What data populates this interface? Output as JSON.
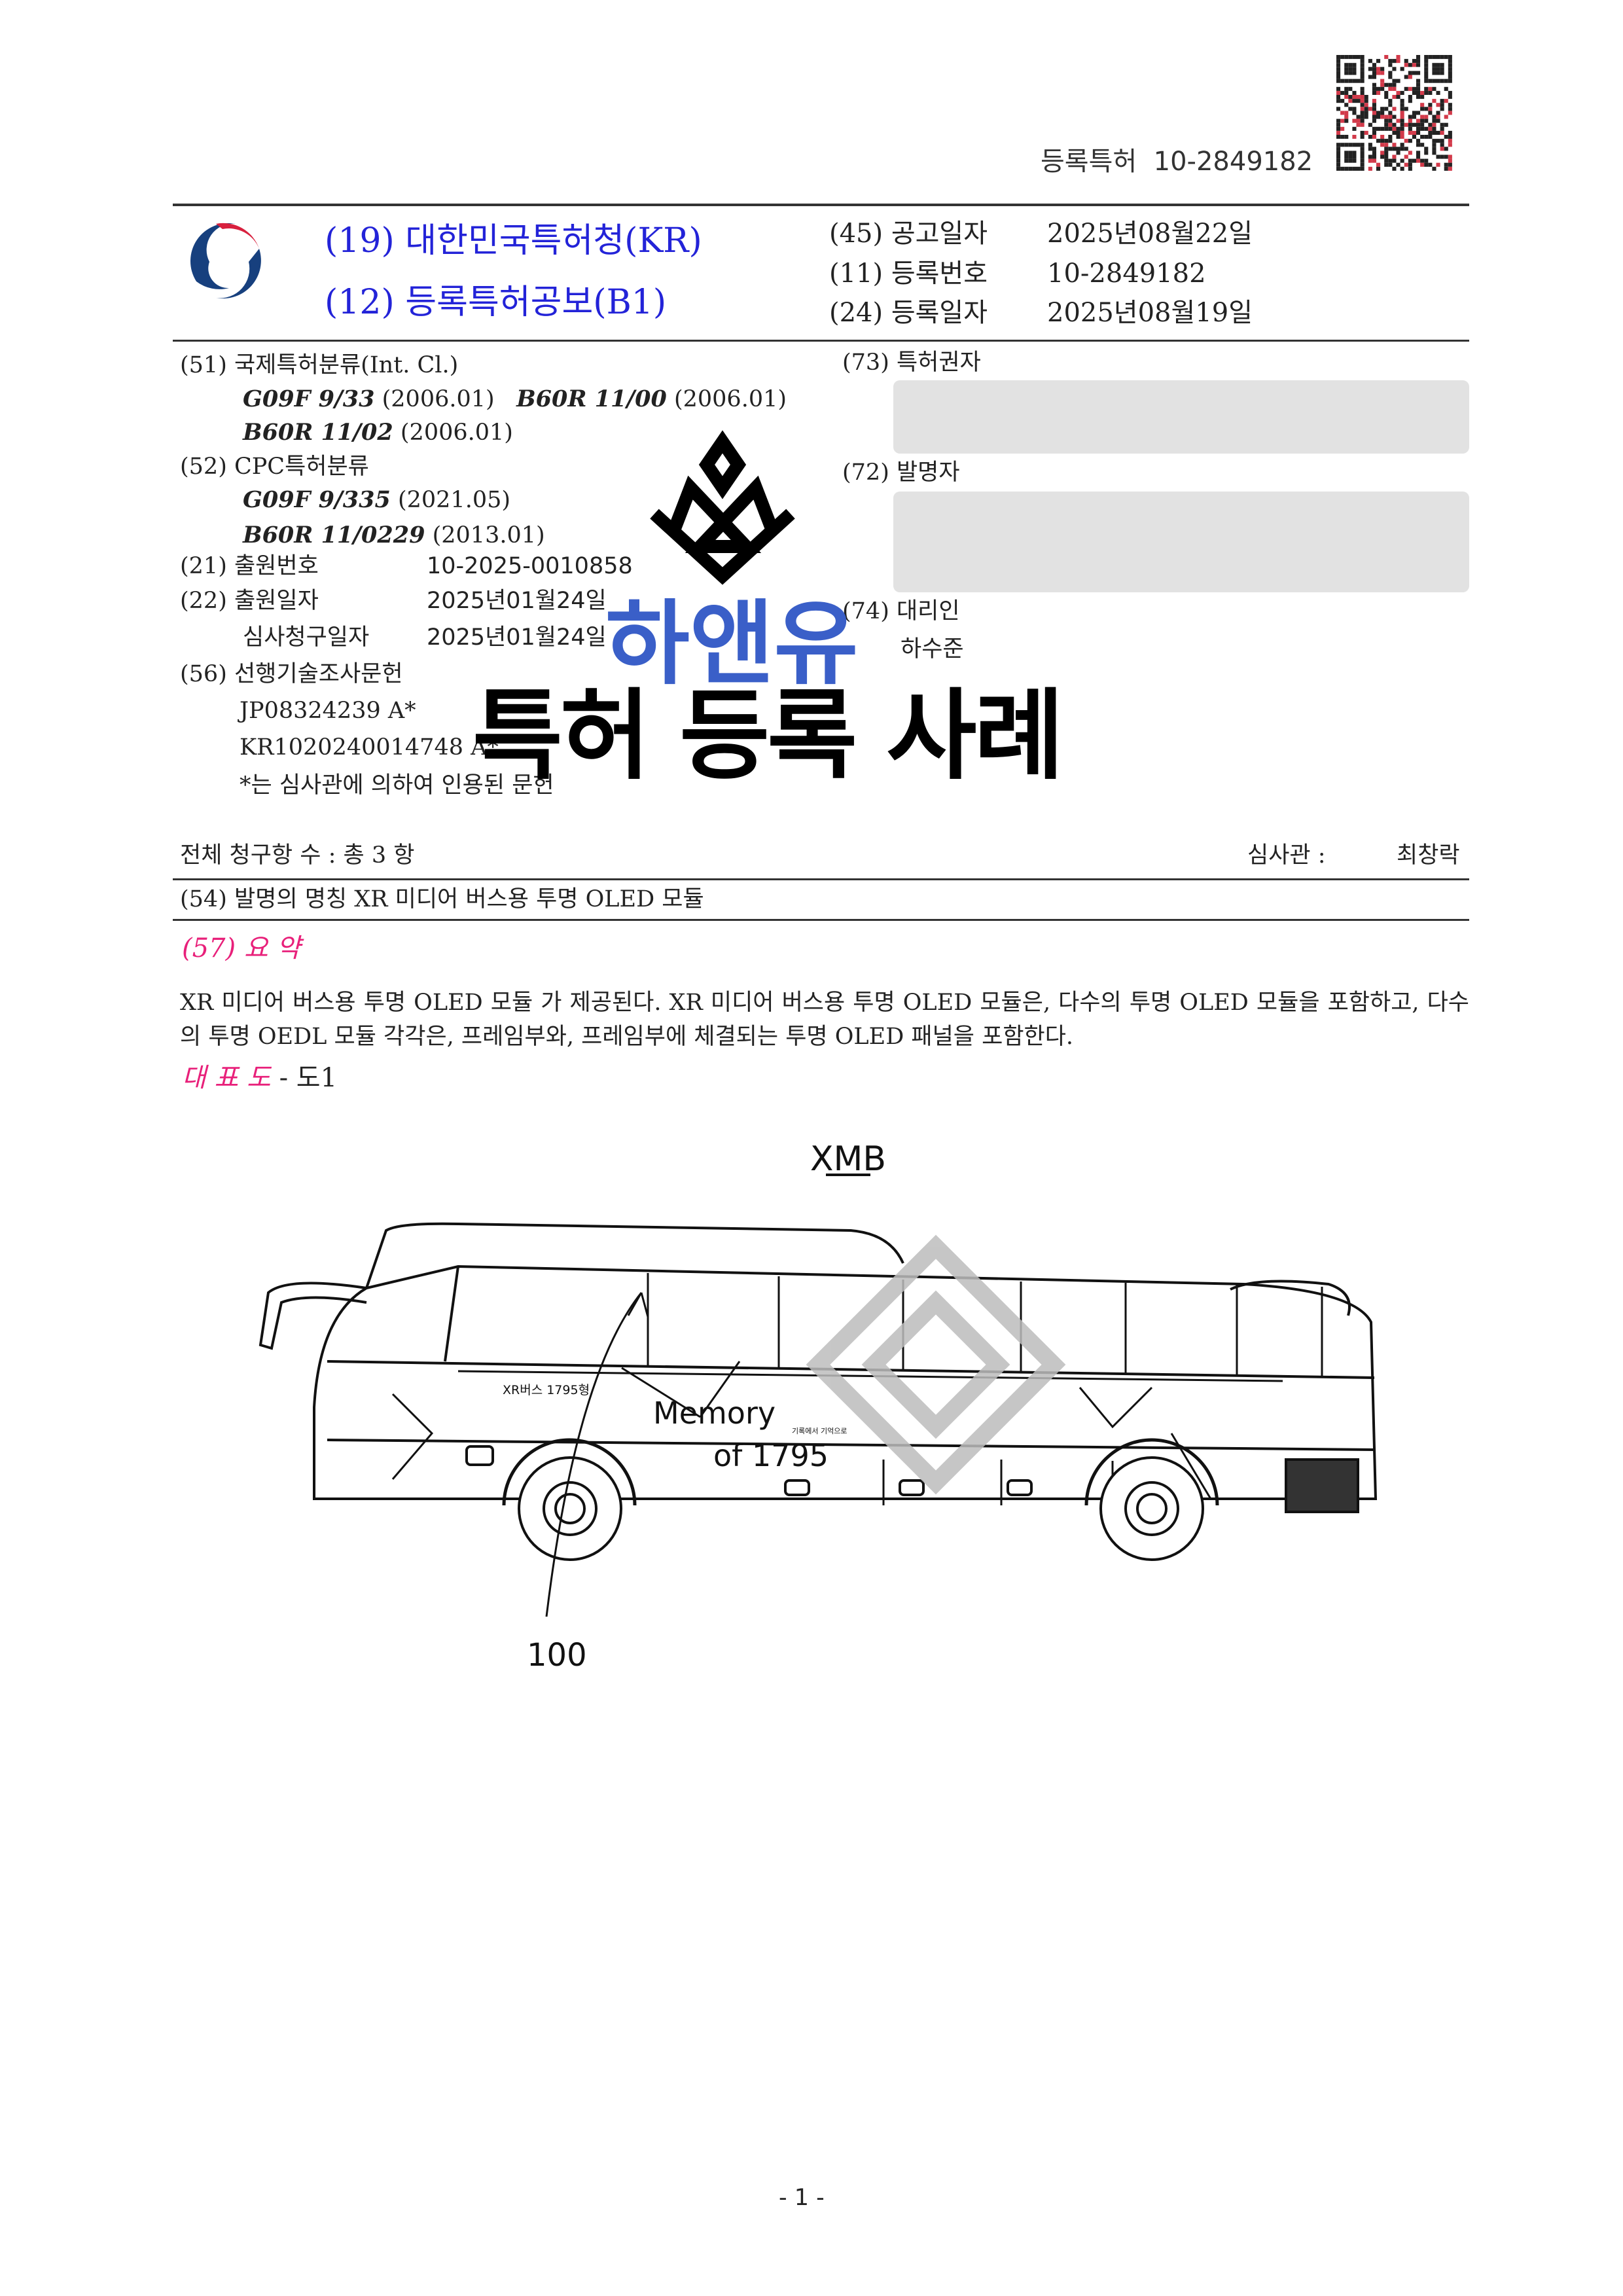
{
  "header": {
    "doc_label": "등록특허",
    "doc_number": "10-2849182",
    "office": "(19) 대한민국특허청(KR)",
    "pub_type": "(12) 등록특허공보(B1)"
  },
  "bib_right": [
    {
      "code": "(45)",
      "label": "공고일자",
      "value": "2025년08월22일"
    },
    {
      "code": "(11)",
      "label": "등록번호",
      "value": "10-2849182"
    },
    {
      "code": "(24)",
      "label": "등록일자",
      "value": "2025년08월19일"
    }
  ],
  "left": {
    "int_cl_label": "(51) 국제특허분류(Int. Cl.)",
    "int_cl": [
      {
        "code": "G09F 9/33",
        "ver": "(2006.01)"
      },
      {
        "code": "B60R 11/00",
        "ver": "(2006.01)"
      },
      {
        "code": "B60R 11/02",
        "ver": "(2006.01)"
      }
    ],
    "cpc_label": "(52) CPC특허분류",
    "cpc": [
      {
        "code": "G09F 9/335",
        "ver": "(2021.05)"
      },
      {
        "code": "B60R 11/0229",
        "ver": "(2013.01)"
      }
    ],
    "app_no_label": "(21) 출원번호",
    "app_no": "10-2025-0010858",
    "app_date_label": "(22) 출원일자",
    "app_date": "2025년01월24일",
    "exam_req_label": "심사청구일자",
    "exam_req_date": "2025년01월24일",
    "prior_art_label": "(56) 선행기술조사문헌",
    "prior_art": [
      "JP08324239 A*",
      "KR1020240014748 A*"
    ],
    "prior_art_note": "*는 심사관에 의하여 인용된 문헌"
  },
  "right": {
    "patentee_label": "(73) 특허권자",
    "inventor_label": "(72) 발명자",
    "agent_label": "(74) 대리인",
    "agent_name": "하수준"
  },
  "watermark": {
    "brand": "하앤유",
    "caption": "특허 등록 사례"
  },
  "claims": {
    "total": "전체 청구항 수 : 총  3  항",
    "examiner_label": "심사관 :",
    "examiner": "최창락"
  },
  "title_line": "(54) 발명의 명칭 XR 미디어 버스용 투명 OLED 모듈",
  "abstract": {
    "heading": "(57) 요 약",
    "text": "XR 미디어 버스용 투명 OLED 모듈 가 제공된다. XR 미디어 버스용 투명 OLED 모듈은, 다수의 투명 OLED 모듈을 포함하고, 다수의 투명 OEDL 모듈 각각은, 프레임부와, 프레임부에 체결되는 투명 OLED 패널을 포함한다.",
    "rep_label": "대 표 도",
    "rep_value": "- 도1"
  },
  "figure": {
    "title": "XMB",
    "bus_label": "XR버스 1795형",
    "memory": "Memory",
    "memory_sub": "기록에서 기억으로",
    "of_year": "of 1795",
    "ref_num": "100"
  },
  "page_number": "- 1 -",
  "colors": {
    "blue": "#2323d8",
    "pink": "#e8207a",
    "wm_blue": "#3a5fc8",
    "box": "#e2e2e2"
  }
}
